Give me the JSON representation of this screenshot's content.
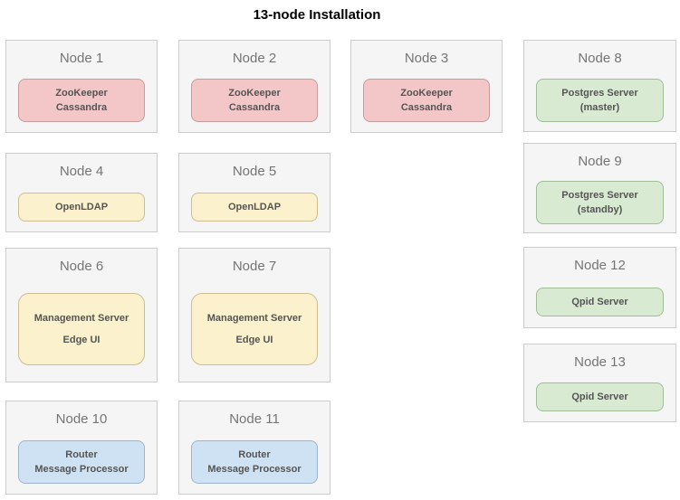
{
  "title": "13-node Installation",
  "colors": {
    "node_box_fill": "#f5f5f5",
    "node_box_border": "#cccccc",
    "node_title_text": "#757575",
    "component_text": "#555555",
    "zookeeper_cassandra_fill": "#f3c7c7",
    "zookeeper_cassandra_border": "#c79c9c",
    "openldap_management_fill": "#fcf1cd",
    "openldap_management_border": "#cdbd92",
    "postgres_qpid_fill": "#d9ead3",
    "postgres_qpid_border": "#a0bd97",
    "router_mp_fill": "#cfe2f3",
    "router_mp_border": "#9db5cd"
  },
  "nodes": [
    {
      "title": "Node 1",
      "components": [
        "ZooKeeper",
        "Cassandra"
      ]
    },
    {
      "title": "Node 2",
      "components": [
        "ZooKeeper",
        "Cassandra"
      ]
    },
    {
      "title": "Node 3",
      "components": [
        "ZooKeeper",
        "Cassandra"
      ]
    },
    {
      "title": "Node 4",
      "components": [
        "OpenLDAP"
      ]
    },
    {
      "title": "Node 5",
      "components": [
        "OpenLDAP"
      ]
    },
    {
      "title": "Node 6",
      "components": [
        "Management Server",
        "Edge UI"
      ]
    },
    {
      "title": "Node 7",
      "components": [
        "Management Server",
        "Edge UI"
      ]
    },
    {
      "title": "Node 8",
      "components": [
        "Postgres Server",
        "(master)"
      ]
    },
    {
      "title": "Node 9",
      "components": [
        "Postgres Server",
        "(standby)"
      ]
    },
    {
      "title": "Node 10",
      "components": [
        "Router",
        "Message Processor"
      ]
    },
    {
      "title": "Node 11",
      "components": [
        "Router",
        "Message Processor"
      ]
    },
    {
      "title": "Node 12",
      "components": [
        "Qpid Server"
      ]
    },
    {
      "title": "Node 13",
      "components": [
        "Qpid Server"
      ]
    }
  ]
}
